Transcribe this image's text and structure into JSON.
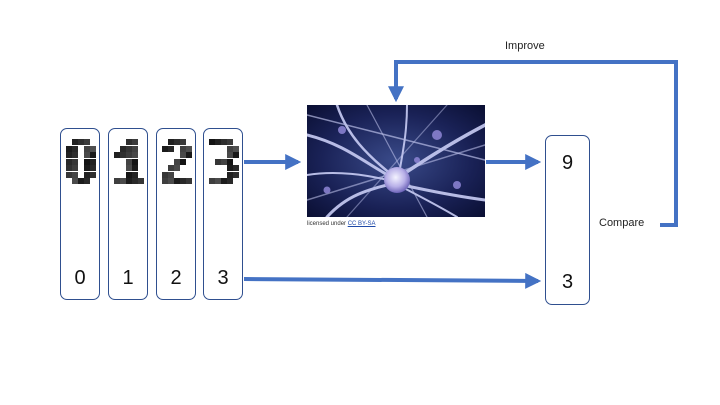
{
  "digits": [
    {
      "label": "0",
      "glyph": [
        "01110",
        "11011",
        "11011",
        "11011",
        "11011",
        "11011",
        "01110"
      ]
    },
    {
      "label": "1",
      "glyph": [
        "00110",
        "01110",
        "11110",
        "00110",
        "00110",
        "00110",
        "11111"
      ]
    },
    {
      "label": "2",
      "glyph": [
        "01110",
        "11011",
        "00011",
        "00110",
        "01100",
        "11000",
        "11111"
      ]
    },
    {
      "label": "3",
      "glyph": [
        "11110",
        "00011",
        "00011",
        "01110",
        "00011",
        "00011",
        "11110"
      ]
    }
  ],
  "output": {
    "predicted": "9",
    "actual": "3"
  },
  "caption": {
    "prefix": "licensed under ",
    "link": "CC BY-SA"
  },
  "labels": {
    "improve": "Improve",
    "compare": "Compare"
  },
  "colors": {
    "arrow": "#4472c4",
    "card_border": "#2f4f8f",
    "link": "#1f4aa8"
  }
}
